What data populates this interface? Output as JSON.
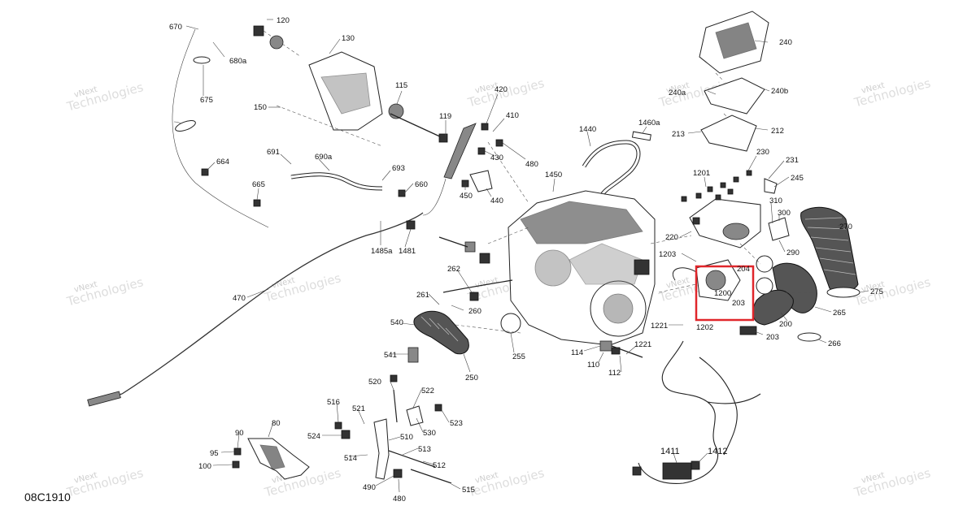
{
  "diagram": {
    "code": "08C1910",
    "watermark_line1": "vNext",
    "watermark_line2": "Technologies",
    "highlight_color": "#e0262b",
    "callouts": [
      {
        "id": "670",
        "text": "670"
      },
      {
        "id": "120",
        "text": "120"
      },
      {
        "id": "130",
        "text": "130"
      },
      {
        "id": "680a",
        "text": "680a"
      },
      {
        "id": "675",
        "text": "675"
      },
      {
        "id": "150",
        "text": "150"
      },
      {
        "id": "115",
        "text": "115"
      },
      {
        "id": "119",
        "text": "119"
      },
      {
        "id": "420",
        "text": "420"
      },
      {
        "id": "410",
        "text": "410"
      },
      {
        "id": "430",
        "text": "430"
      },
      {
        "id": "480a",
        "text": "480"
      },
      {
        "id": "1440",
        "text": "1440"
      },
      {
        "id": "1460a",
        "text": "1460a"
      },
      {
        "id": "240",
        "text": "240"
      },
      {
        "id": "240a",
        "text": "240a"
      },
      {
        "id": "240b",
        "text": "240b"
      },
      {
        "id": "213",
        "text": "213"
      },
      {
        "id": "212",
        "text": "212"
      },
      {
        "id": "691",
        "text": "691"
      },
      {
        "id": "690a",
        "text": "690a"
      },
      {
        "id": "664",
        "text": "664"
      },
      {
        "id": "693",
        "text": "693"
      },
      {
        "id": "665",
        "text": "665"
      },
      {
        "id": "660",
        "text": "660"
      },
      {
        "id": "450",
        "text": "450"
      },
      {
        "id": "440",
        "text": "440"
      },
      {
        "id": "1450",
        "text": "1450"
      },
      {
        "id": "1201",
        "text": "1201"
      },
      {
        "id": "230",
        "text": "230"
      },
      {
        "id": "231",
        "text": "231"
      },
      {
        "id": "245",
        "text": "245"
      },
      {
        "id": "310",
        "text": "310"
      },
      {
        "id": "300",
        "text": "300"
      },
      {
        "id": "270",
        "text": "270"
      },
      {
        "id": "220",
        "text": "220"
      },
      {
        "id": "290",
        "text": "290"
      },
      {
        "id": "1485a",
        "text": "1485a"
      },
      {
        "id": "1481",
        "text": "1481"
      },
      {
        "id": "1203",
        "text": "1203"
      },
      {
        "id": "262",
        "text": "262"
      },
      {
        "id": "204",
        "text": "204"
      },
      {
        "id": "1200",
        "text": "1200"
      },
      {
        "id": "203a",
        "text": "203"
      },
      {
        "id": "275",
        "text": "275"
      },
      {
        "id": "470",
        "text": "470"
      },
      {
        "id": "261",
        "text": "261"
      },
      {
        "id": "260",
        "text": "260"
      },
      {
        "id": "265",
        "text": "265"
      },
      {
        "id": "1221a",
        "text": "1221"
      },
      {
        "id": "1202",
        "text": "1202"
      },
      {
        "id": "200",
        "text": "200"
      },
      {
        "id": "203b",
        "text": "203"
      },
      {
        "id": "266",
        "text": "266"
      },
      {
        "id": "540",
        "text": "540"
      },
      {
        "id": "255",
        "text": "255"
      },
      {
        "id": "114",
        "text": "114"
      },
      {
        "id": "1221b",
        "text": "1221"
      },
      {
        "id": "541",
        "text": "541"
      },
      {
        "id": "110",
        "text": "110"
      },
      {
        "id": "112",
        "text": "112"
      },
      {
        "id": "250",
        "text": "250"
      },
      {
        "id": "520",
        "text": "520"
      },
      {
        "id": "522",
        "text": "522"
      },
      {
        "id": "516",
        "text": "516"
      },
      {
        "id": "521",
        "text": "521"
      },
      {
        "id": "523",
        "text": "523"
      },
      {
        "id": "80",
        "text": "80"
      },
      {
        "id": "90",
        "text": "90"
      },
      {
        "id": "524",
        "text": "524"
      },
      {
        "id": "530",
        "text": "530"
      },
      {
        "id": "510",
        "text": "510"
      },
      {
        "id": "513",
        "text": "513"
      },
      {
        "id": "95",
        "text": "95"
      },
      {
        "id": "514",
        "text": "514"
      },
      {
        "id": "100",
        "text": "100"
      },
      {
        "id": "512",
        "text": "512"
      },
      {
        "id": "1411",
        "text": "1411"
      },
      {
        "id": "1412",
        "text": "1412"
      },
      {
        "id": "490",
        "text": "490"
      },
      {
        "id": "480b",
        "text": "480"
      },
      {
        "id": "515",
        "text": "515"
      }
    ]
  }
}
